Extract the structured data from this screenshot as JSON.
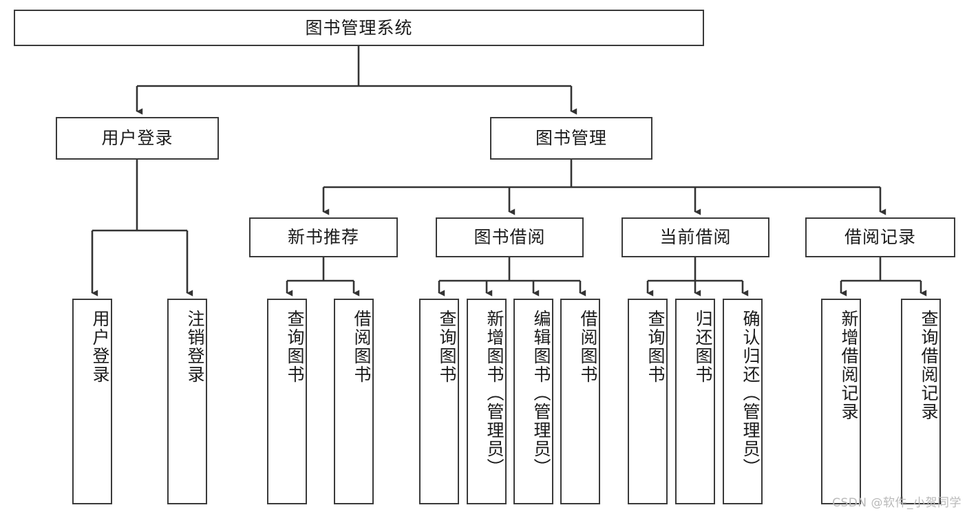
{
  "diagram": {
    "title": "图书管理系统",
    "type": "tree-hierarchy",
    "watermark": "CSDN @软件_小贺同学",
    "colors": {
      "box_border": "#3a3a3a",
      "box_fill": "#ffffff",
      "connector": "#333333",
      "text": "#1b1b1b",
      "watermark": "#b9b9b9"
    },
    "root": {
      "label": "图书管理系统"
    },
    "level2": [
      {
        "label": "用户登录"
      },
      {
        "label": "图书管理"
      }
    ],
    "level3": [
      {
        "label": "新书推荐"
      },
      {
        "label": "图书借阅"
      },
      {
        "label": "当前借阅"
      },
      {
        "label": "借阅记录"
      }
    ],
    "leaves": {
      "user_login": [
        {
          "label": "用户登录"
        },
        {
          "label": "注销登录"
        }
      ],
      "new_book_recommend": [
        {
          "label": "查询图书"
        },
        {
          "label": "借阅图书"
        }
      ],
      "book_borrow": [
        {
          "label": "查询图书"
        },
        {
          "label": "新增图书（管理员）"
        },
        {
          "label": "编辑图书（管理员）"
        },
        {
          "label": "借阅图书"
        }
      ],
      "current_borrow": [
        {
          "label": "查询图书"
        },
        {
          "label": "归还图书"
        },
        {
          "label": "确认归还（管理员）"
        }
      ],
      "borrow_record": [
        {
          "label": "新增借阅记录"
        },
        {
          "label": "查询借阅记录"
        }
      ]
    }
  }
}
